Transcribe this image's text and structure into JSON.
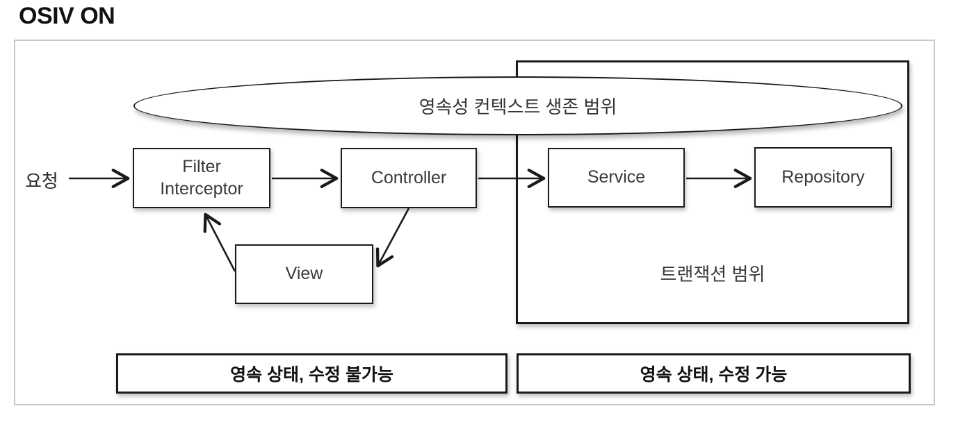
{
  "title": "OSIV ON",
  "labels": {
    "request": "요청",
    "persistence_scope": "영속성 컨텍스트 생존 범위",
    "transaction_scope": "트랜잭션 범위",
    "left_status": "영속 상태, 수정 불가능",
    "right_status": "영속 상태, 수정 가능"
  },
  "nodes": {
    "filter_line1": "Filter",
    "filter_line2": "Interceptor",
    "controller": "Controller",
    "service": "Service",
    "repository": "Repository",
    "view": "View"
  },
  "colors": {
    "line": "#1a1a1a",
    "outer_border": "#c9c9c9",
    "background": "#ffffff"
  }
}
